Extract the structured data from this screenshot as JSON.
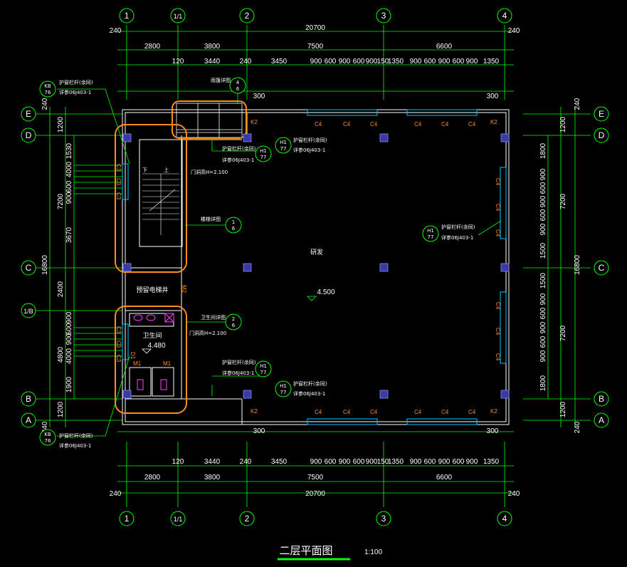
{
  "drawing": {
    "title": "二层平面图",
    "scale": "1:100",
    "room_name": "研发",
    "elevation_main": "4.500",
    "elevation_wc": "4.480",
    "wc_label": "卫生间",
    "elevator_shaft": "预留电梯井",
    "stair_down": "下",
    "stair_up": "上"
  },
  "axes_x": [
    {
      "label": "1"
    },
    {
      "label": "1/1"
    },
    {
      "label": "2"
    },
    {
      "label": "3"
    },
    {
      "label": "4"
    }
  ],
  "axes_y": [
    {
      "label": "E"
    },
    {
      "label": "D"
    },
    {
      "label": "C"
    },
    {
      "label": "1/B"
    },
    {
      "label": "B"
    },
    {
      "label": "A"
    }
  ],
  "dims_top": {
    "edge_l": "240",
    "edge_r": "240",
    "total": "20700",
    "bays": [
      "2800",
      "3800",
      "7500",
      "6600"
    ],
    "openings": [
      "120",
      "3440",
      "240",
      "3450",
      "900",
      "600",
      "900",
      "600",
      "900",
      "150",
      "1350",
      "900",
      "600",
      "900",
      "600",
      "900",
      "1350"
    ],
    "offset_l": "300",
    "offset_r": "300"
  },
  "dims_bottom": {
    "edge_l": "240",
    "edge_r": "240",
    "total": "20700",
    "bays": [
      "2800",
      "3800",
      "7500",
      "6600"
    ],
    "openings": [
      "120",
      "3440",
      "240",
      "3450",
      "900",
      "600",
      "900",
      "600",
      "900",
      "150",
      "1350",
      "900",
      "600",
      "900",
      "600",
      "900",
      "1350"
    ],
    "offset_l": "300",
    "offset_r": "300"
  },
  "dims_left": {
    "total": "16800",
    "edge_t": "240",
    "edge_b": "240",
    "bays": [
      "1200",
      "7200",
      "2400",
      "4800",
      "1200"
    ],
    "details": [
      "1530",
      "4000",
      "600",
      "900",
      "3670",
      "900",
      "600",
      "900",
      "4000",
      "1900"
    ]
  },
  "dims_right": {
    "total": "16800",
    "edge_t": "240",
    "edge_b": "240",
    "bays": [
      "1200",
      "7200",
      "1500",
      "1500",
      "7200",
      "1200"
    ],
    "details": [
      "1800",
      "900",
      "600",
      "900",
      "600",
      "900",
      "900",
      "600",
      "900",
      "600",
      "900",
      "1800"
    ]
  },
  "windows": {
    "c4": "C4",
    "c3": "C3",
    "k2": "K2",
    "m1": "M1",
    "m2": "M2",
    "d1": "D1"
  },
  "notes": {
    "guard": "护窗栏杆(余同)",
    "ref": "详参06J403-1",
    "door_h": "门洞高H=2.100",
    "canopy": "雨篷详图",
    "stair_detail": "楼梯详图",
    "wc_detail": "卫生间详图"
  },
  "callouts": {
    "h1": "H1",
    "kb": "KB",
    "num77": "77",
    "num76": "76",
    "n4": "4",
    "n1": "1",
    "n2": "2",
    "d_ref": "6"
  },
  "colors": {
    "dim_line": "#00ff00",
    "wall": "#ffffff",
    "highlight": "#ff8c1a",
    "column": "#3a3aa0",
    "window": "#00c8ff",
    "magenta": "#ff40ff"
  }
}
